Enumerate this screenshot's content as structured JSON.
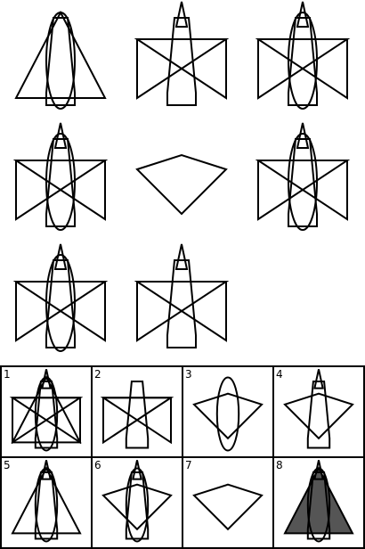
{
  "matrix": {
    "cells": [
      {
        "ellipse": true,
        "triangle": true,
        "bowtie": false,
        "quad": false,
        "trap": true,
        "spike": false
      },
      {
        "ellipse": false,
        "triangle": false,
        "bowtie": true,
        "quad": false,
        "trap": true,
        "spike": true
      },
      {
        "ellipse": true,
        "triangle": false,
        "bowtie": true,
        "quad": false,
        "trap": true,
        "spike": true
      },
      {
        "ellipse": true,
        "triangle": false,
        "bowtie": true,
        "quad": false,
        "trap": true,
        "spike": true
      },
      {
        "ellipse": false,
        "triangle": false,
        "bowtie": false,
        "quad": true,
        "trap": false,
        "spike": false
      },
      {
        "ellipse": true,
        "triangle": false,
        "bowtie": true,
        "quad": false,
        "trap": true,
        "spike": true
      },
      {
        "ellipse": true,
        "triangle": false,
        "bowtie": true,
        "quad": false,
        "trap": true,
        "spike": true
      },
      {
        "ellipse": false,
        "triangle": false,
        "bowtie": true,
        "quad": false,
        "trap": true,
        "spike": true
      }
    ]
  },
  "answers": {
    "options": [
      {
        "label": "1",
        "ellipse": true,
        "triangle": true,
        "bowtie": true,
        "quad": false,
        "trap": true,
        "spike": true,
        "filled": false
      },
      {
        "label": "2",
        "ellipse": false,
        "triangle": false,
        "bowtie": true,
        "quad": false,
        "trap": true,
        "spike": false,
        "filled": false
      },
      {
        "label": "3",
        "ellipse": true,
        "triangle": false,
        "bowtie": false,
        "quad": true,
        "trap": false,
        "spike": false,
        "filled": false
      },
      {
        "label": "4",
        "ellipse": false,
        "triangle": false,
        "bowtie": false,
        "quad": true,
        "trap": true,
        "spike": true,
        "filled": false
      },
      {
        "label": "5",
        "ellipse": true,
        "triangle": true,
        "bowtie": false,
        "quad": false,
        "trap": true,
        "spike": true,
        "filled": false
      },
      {
        "label": "6",
        "ellipse": true,
        "triangle": false,
        "bowtie": false,
        "quad": true,
        "trap": true,
        "spike": true,
        "filled": false
      },
      {
        "label": "7",
        "ellipse": false,
        "triangle": false,
        "bowtie": false,
        "quad": true,
        "trap": false,
        "spike": false,
        "filled": false
      },
      {
        "label": "8",
        "ellipse": true,
        "triangle": true,
        "bowtie": false,
        "quad": false,
        "trap": true,
        "spike": true,
        "filled": true
      }
    ]
  },
  "colors": {
    "stroke": "#000000",
    "fill": "#555555",
    "background": "#ffffff"
  }
}
